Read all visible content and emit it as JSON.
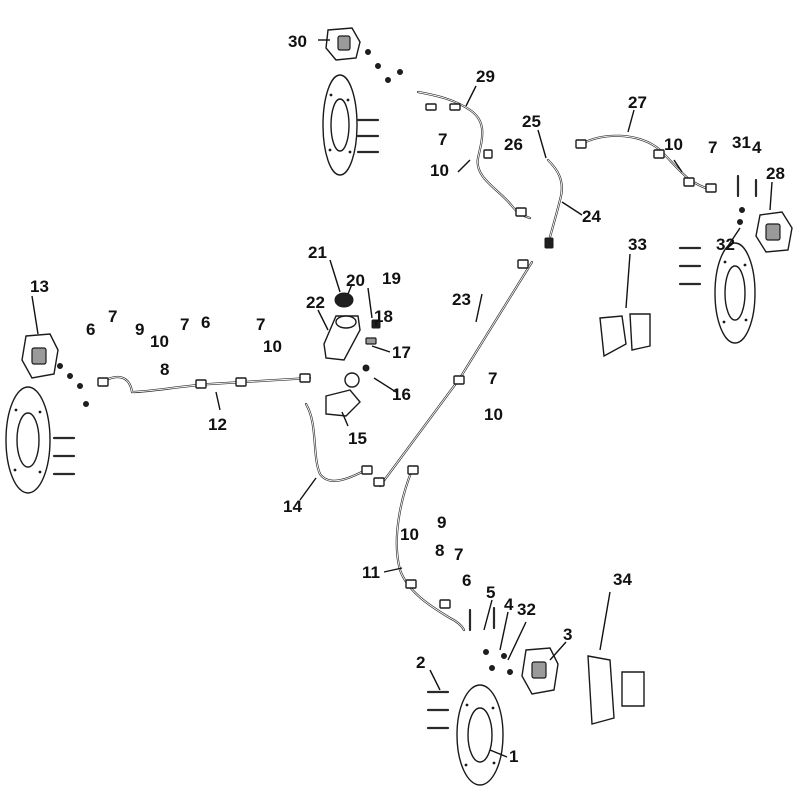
{
  "callouts": {
    "c1": "1",
    "c2": "2",
    "c3": "3",
    "c4a": "4",
    "c4b": "4",
    "c5": "5",
    "c6a": "6",
    "c6b": "6",
    "c6c": "6",
    "c7a": "7",
    "c7b": "7",
    "c7c": "7",
    "c7d": "7",
    "c7e": "7",
    "c7f": "7",
    "c7g": "7",
    "c8a": "8",
    "c8b": "8",
    "c9a": "9",
    "c9b": "9",
    "c10a": "10",
    "c10b": "10",
    "c10c": "10",
    "c10d": "10",
    "c10e": "10",
    "c10f": "10",
    "c11": "11",
    "c12": "12",
    "c13": "13",
    "c14": "14",
    "c15": "15",
    "c16": "16",
    "c17": "17",
    "c18": "18",
    "c19": "19",
    "c20": "20",
    "c21": "21",
    "c22": "22",
    "c23": "23",
    "c24": "24",
    "c25": "25",
    "c26": "26",
    "c27": "27",
    "c28": "28",
    "c29": "29",
    "c30": "30",
    "c31": "31",
    "c32a": "32",
    "c32b": "32",
    "c33": "33",
    "c34": "34"
  },
  "colors": {
    "ink": "#1a1a1a",
    "background": "#ffffff"
  }
}
